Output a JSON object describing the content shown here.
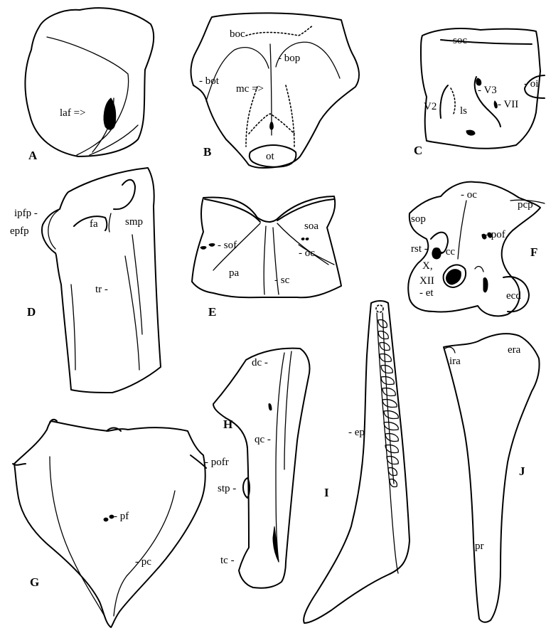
{
  "panels": {
    "A": {
      "letter": "A",
      "labels": {
        "laf": "laf =>"
      }
    },
    "B": {
      "letter": "B",
      "labels": {
        "boc": "boc",
        "bop": "- bop",
        "bot": "- bot",
        "mc": "mc =>",
        "ot": "ot"
      }
    },
    "C": {
      "letter": "C",
      "labels": {
        "soc": "soc",
        "oi": "- oi",
        "V3": "- V3",
        "VII": "- VII",
        "V2": "V2",
        "ls": "ls"
      }
    },
    "D": {
      "letter": "D",
      "labels": {
        "ipfp": "ipfp -",
        "epfp": "epfp",
        "fa": "fa",
        "smp": "smp",
        "tr": "tr -"
      }
    },
    "E": {
      "letter": "E",
      "labels": {
        "soa": "soa",
        "sof": "- sof",
        "oc": "- oc",
        "pa": "pa",
        "sc": "- sc"
      }
    },
    "F": {
      "letter": "F",
      "labels": {
        "oc": "- oc",
        "pcp": "pcp",
        "sop": "sop",
        "pof": "- pof",
        "rst": "rst -",
        "cc": "- cc",
        "x": "X,",
        "xii": "XII",
        "et": "- et",
        "ecd": "ecd"
      }
    },
    "G": {
      "letter": "G",
      "labels": {
        "pofr": "- pofr",
        "pf": "- pf",
        "pc": "- pc"
      }
    },
    "H": {
      "letter": "H",
      "labels": {
        "dc": "dc -",
        "qc": "qc -",
        "stp": "stp -",
        "tc": "tc -"
      }
    },
    "I": {
      "letter": "I",
      "labels": {
        "ep": "- ep"
      }
    },
    "J": {
      "letter": "J",
      "labels": {
        "ira": "ira",
        "era": "era",
        "pr": "pr"
      }
    }
  }
}
